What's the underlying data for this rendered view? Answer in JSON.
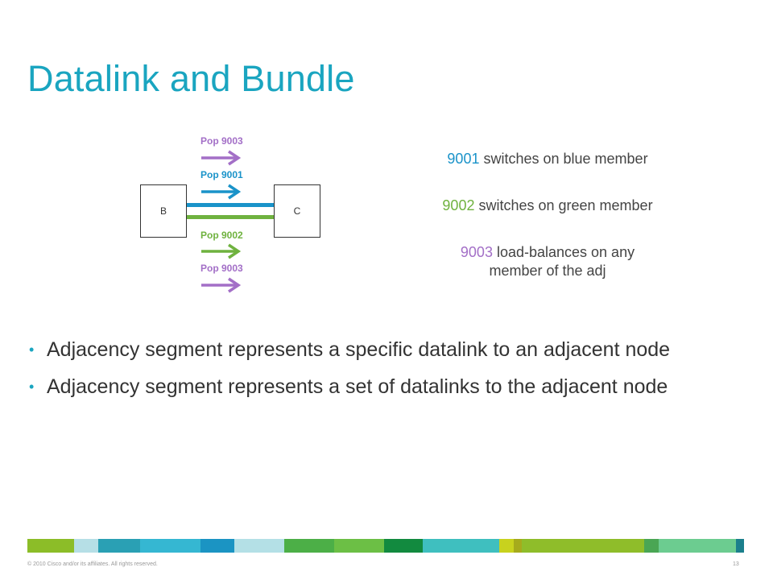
{
  "slide": {
    "title": "Datalink and Bundle"
  },
  "colors": {
    "title": "#1aa5c0",
    "blue": "#1a93c9",
    "green": "#6fb23f",
    "purple": "#a36fc7"
  },
  "diagram": {
    "node_b": "B",
    "node_c": "C",
    "pop_top": "Pop 9003",
    "pop_blue": "Pop 9001",
    "pop_green": "Pop 9002",
    "pop_bottom": "Pop 9003"
  },
  "descriptions": {
    "line1_num": "9001",
    "line1_text": " switches on blue member",
    "line2_num": "9002",
    "line2_text": " switches on green member",
    "line3_num": "9003",
    "line3_text": " load-balances on any",
    "line3_cont": "member of the adj"
  },
  "bullets": [
    "Adjacency segment represents a specific datalink to an adjacent node",
    "Adjacency segment represents a set of datalinks to the adjacent node"
  ],
  "footer": {
    "copyright": "© 2010 Cisco and/or its affiliates. All rights reserved.",
    "page": "13"
  }
}
